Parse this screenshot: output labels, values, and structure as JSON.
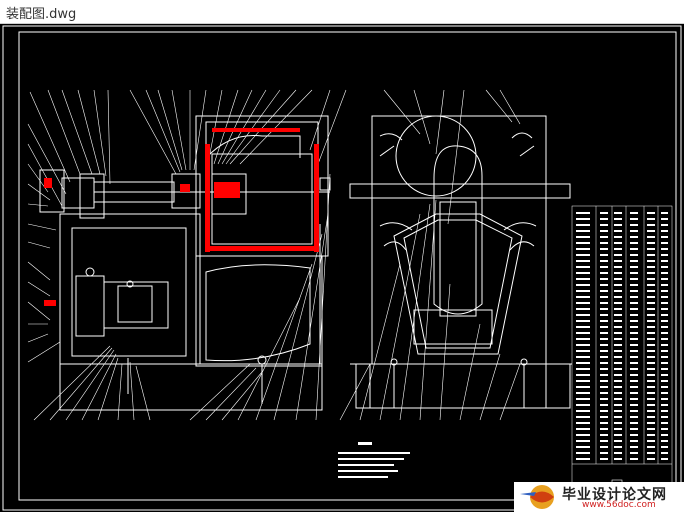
{
  "window": {
    "title": "装配图.dwg"
  },
  "watermark": {
    "text": "毕业设计论文网",
    "url": "www.56doc.com"
  },
  "colors": {
    "background": "#000000",
    "lines": "#ffffff",
    "accent": "#ff0000"
  }
}
